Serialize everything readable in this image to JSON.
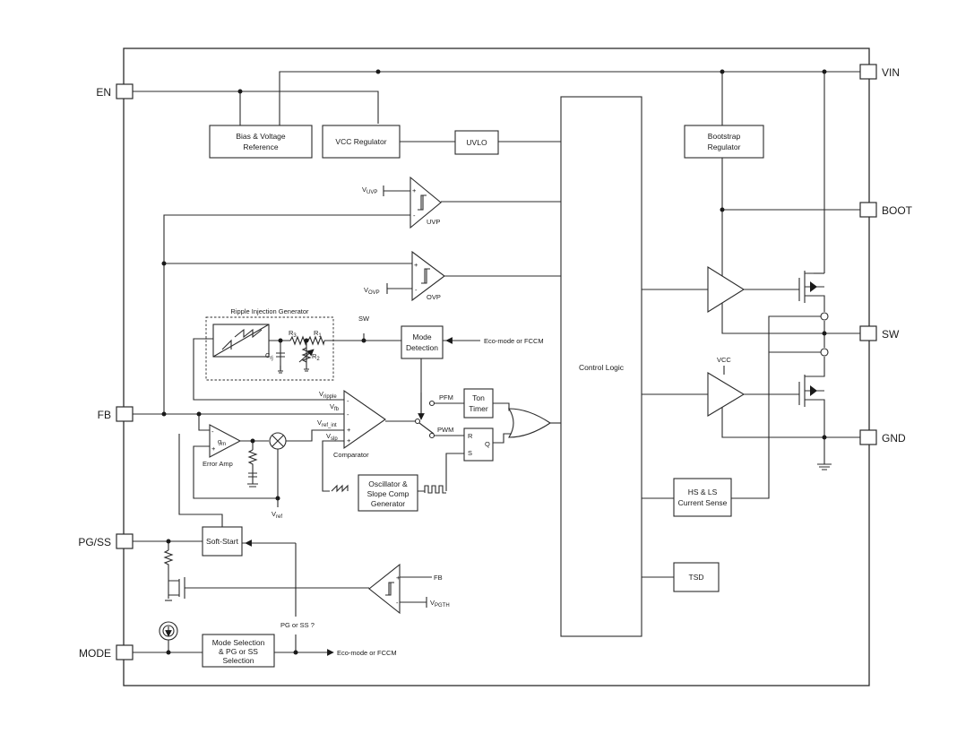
{
  "pins": {
    "en": "EN",
    "fb": "FB",
    "pgss": "PG/SS",
    "mode": "MODE",
    "vin": "VIN",
    "boot": "BOOT",
    "sw": "SW",
    "gnd": "GND"
  },
  "blocks": {
    "bias_line1": "Bias & Voltage",
    "bias_line2": "Reference",
    "vcc_reg": "VCC Regulator",
    "uvlo": "UVLO",
    "control_logic": "Control Logic",
    "bootstrap_line1": "Bootstrap",
    "bootstrap_line2": "Regulator",
    "ripple_title": "Ripple Injection Generator",
    "mode_det_line1": "Mode",
    "mode_det_line2": "Detection",
    "ton_line1": "Ton",
    "ton_line2": "Timer",
    "osc_line1": "Oscillator &",
    "osc_line2": "Slope Comp",
    "osc_line3": "Generator",
    "softstart": "Soft-Start",
    "mode_sel_line1": "Mode Selection",
    "mode_sel_line2": "& PG or SS",
    "mode_sel_line3": "Selection",
    "current_sense_line1": "HS & LS",
    "current_sense_line2": "Current Sense",
    "tsd": "TSD"
  },
  "labels": {
    "uvp": "UVP",
    "ovp": "OVP",
    "vuvp_main": "V",
    "vuvp_sub": "UVP",
    "vovp_main": "V",
    "vovp_sub": "OVP",
    "sw_node": "SW",
    "eco_top": "Eco-mode or FCCM",
    "eco_bottom": "Eco-mode or FCCM",
    "r1_main": "R",
    "r1_sub": "1",
    "r2_main": "R",
    "r2_sub": "2",
    "r3_main": "R",
    "r3_sub": "3",
    "c_main": "C",
    "c_sub": "rj",
    "vripple_main": "V",
    "vripple_sub": "ripple",
    "vfb_main": "V",
    "vfb_sub": "fb",
    "vrefint_main": "V",
    "vrefint_sub": "ref_int",
    "vslp_main": "V",
    "vslp_sub": "slp",
    "comparator": "Comparator",
    "pfm": "PFM",
    "pwm": "PWM",
    "error_amp": "Error Amp",
    "gm": "g",
    "gm_sub": "m",
    "vref_main": "V",
    "vref_sub": "ref",
    "pg_or_ss": "PG or SS ?",
    "fb_ref": "FB",
    "vpgth_main": "V",
    "vpgth_sub": "PGTH",
    "vcc": "VCC",
    "latch_r": "R",
    "latch_s": "S",
    "latch_q": "Q",
    "plus": "+",
    "minus": "-"
  }
}
